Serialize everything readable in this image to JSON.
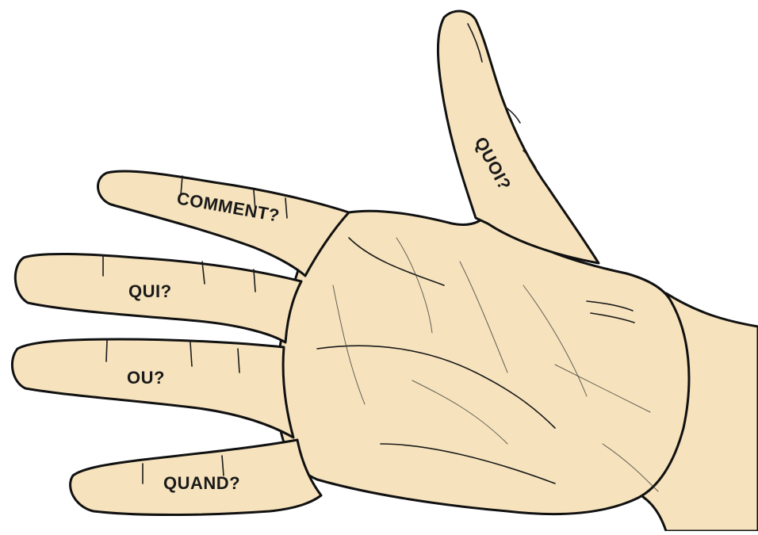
{
  "fingers": {
    "thumb": "QUOI?",
    "index": "COMMENT?",
    "middle": "QUI?",
    "ring": "OU?",
    "little": "QUAND?"
  },
  "colors": {
    "skin": "#f6e3bd",
    "outline": "#111111"
  }
}
